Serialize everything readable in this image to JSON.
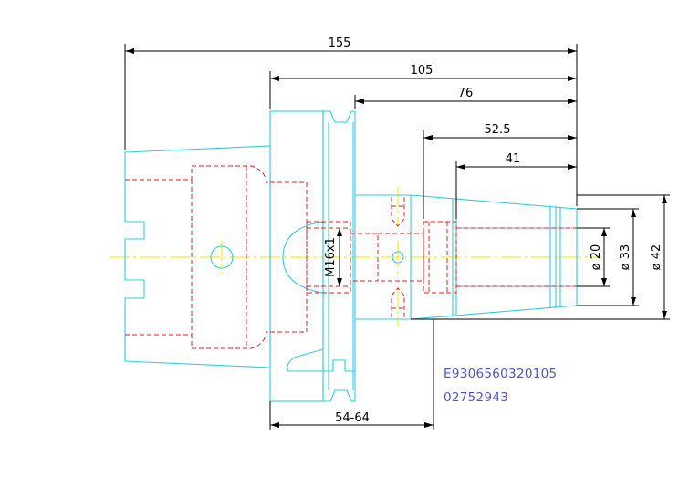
{
  "dimensions": {
    "overall_length": "155",
    "flange_to_end": "105",
    "body_to_end": "76",
    "bore_depth": "52.5",
    "inner_depth": "41",
    "adjust_range": "54-64",
    "thread": "M16x1",
    "dia_inner": "ø 20",
    "dia_mid": "ø 33",
    "dia_outer": "ø 42"
  },
  "labels": {
    "part_code": "E9306560320105",
    "order_code": "02752943"
  },
  "colors": {
    "outline": "#33ccdd",
    "hidden": "#e02020",
    "centerline": "#e8e800",
    "dimension": "#000000",
    "code_text": "#4d56c8"
  }
}
